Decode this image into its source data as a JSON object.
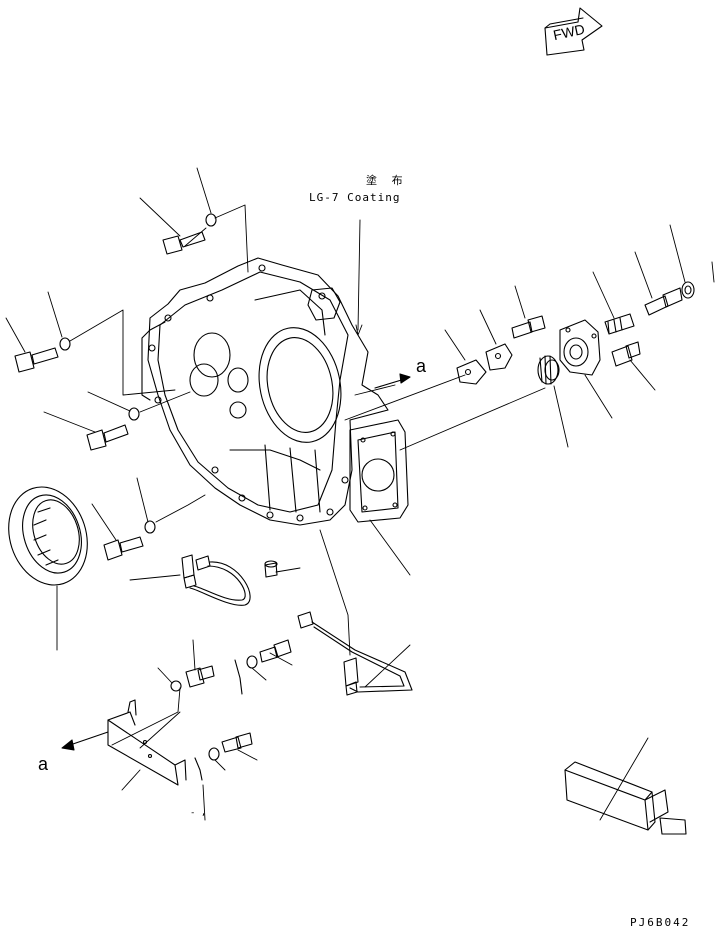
{
  "fwd_label": "FWD",
  "coating": {
    "line1": "塗 布",
    "line2": "LG-7 Coating"
  },
  "view_marker_top": "a",
  "view_marker_bottom": "a",
  "small_mark": "- ,",
  "drawing_code": "PJ6B042"
}
